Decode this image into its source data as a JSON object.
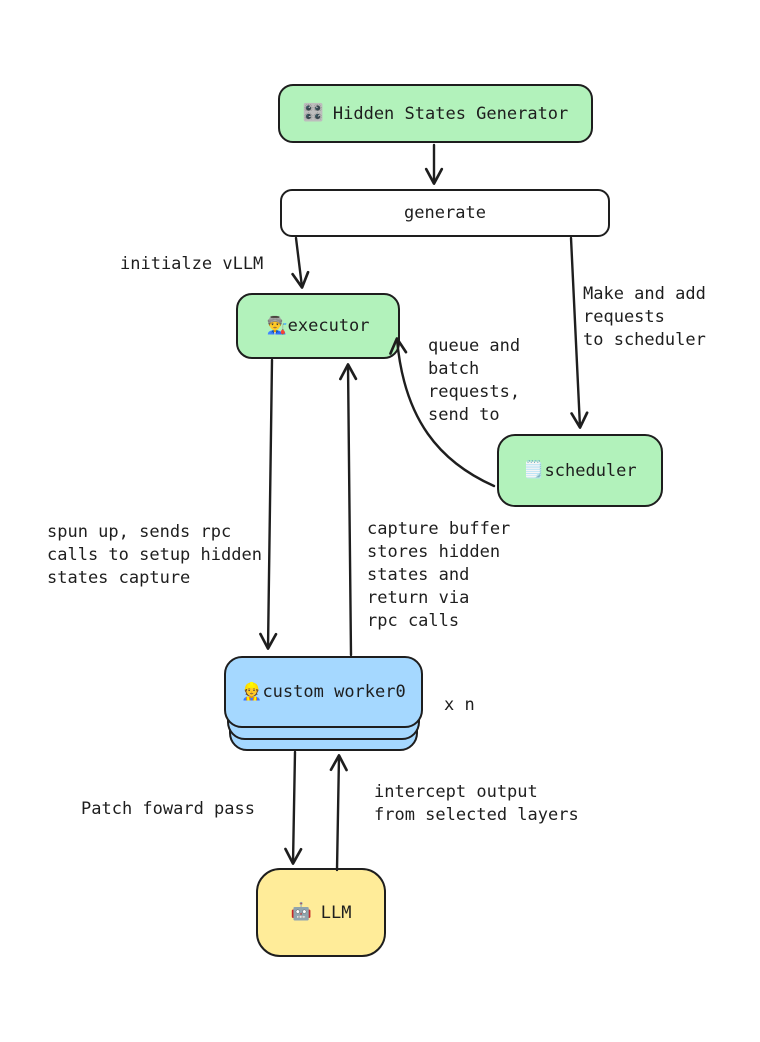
{
  "diagram": {
    "colors": {
      "stroke": "#1e1e1e",
      "node_green": "#b2f2bb",
      "node_blue": "#a5d8ff",
      "node_yellow": "#ffec99",
      "node_white": "#ffffff"
    },
    "nodes": {
      "generator": {
        "icon": "🎛️",
        "label": "Hidden States Generator"
      },
      "generate": {
        "label": "generate"
      },
      "executor": {
        "icon": "👨‍🏭",
        "label": "executor"
      },
      "scheduler": {
        "icon": "🗒️",
        "label": "scheduler"
      },
      "worker": {
        "icon": "👷",
        "label": "custom worker0"
      },
      "worker_multiplier": "x n",
      "llm": {
        "icon": "🤖",
        "label": "LLM"
      }
    },
    "annotations": {
      "initialize_vllm": "initialze vLLM",
      "make_and_add": "Make and add\nrequests\nto scheduler",
      "queue_and_batch": "queue and\nbatch\nrequests,\nsend to",
      "spun_up": "spun up, sends rpc\ncalls to setup hidden\nstates capture",
      "capture_buffer": "capture buffer\nstores hidden\nstates and\nreturn via\nrpc calls",
      "patch_forward": "Patch foward pass",
      "intercept_output": "intercept output\nfrom selected layers"
    }
  }
}
